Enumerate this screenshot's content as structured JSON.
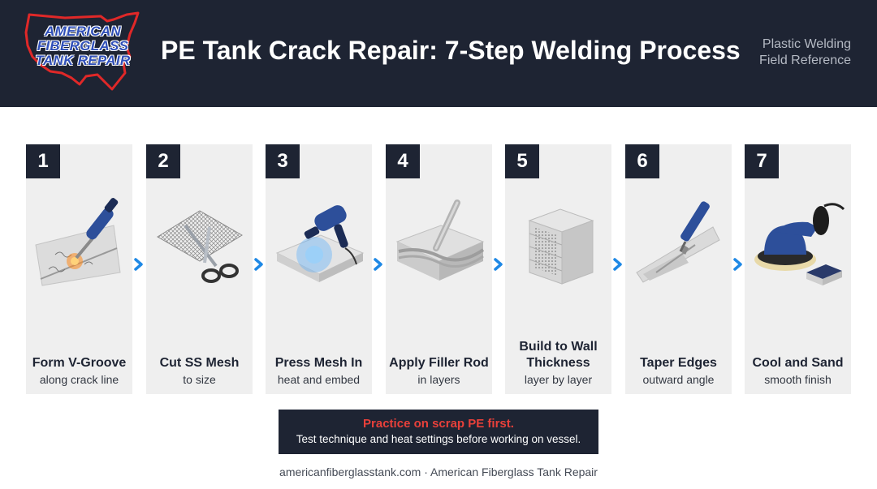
{
  "header": {
    "logo_lines": [
      "AMERICAN",
      "FIBERGLASS",
      "TANK REPAIR"
    ],
    "title": "PE Tank Crack Repair: 7-Step Welding Process",
    "subtitle_lines": [
      "Plastic Welding",
      "Field Reference"
    ]
  },
  "steps": [
    {
      "number": "1",
      "title": "Form V-Groove",
      "desc": "along crack line",
      "icon": "welding-torch-icon"
    },
    {
      "number": "2",
      "title": "Cut SS Mesh",
      "desc": "to size",
      "icon": "scissors-mesh-icon"
    },
    {
      "number": "3",
      "title": "Press Mesh In",
      "desc": "heat and embed",
      "icon": "heat-gun-icon"
    },
    {
      "number": "4",
      "title": "Apply Filler Rod",
      "desc": "in layers",
      "icon": "filler-rod-icon"
    },
    {
      "number": "5",
      "title": "Build to Wall Thickness",
      "desc": "layer by layer",
      "icon": "layered-block-icon"
    },
    {
      "number": "6",
      "title": "Taper Edges",
      "desc": "outward angle",
      "icon": "taper-tool-icon"
    },
    {
      "number": "7",
      "title": "Cool and Sand",
      "desc": "smooth finish",
      "icon": "orbital-sander-icon"
    }
  ],
  "notice": {
    "strong": "Practice on scrap PE first.",
    "sub": "Test technique and heat settings before working on vessel."
  },
  "footer": "americanfiberglasstank.com · American Fiberglass Tank Repair",
  "colors": {
    "navy": "#1e2433",
    "accent_red": "#e8403a",
    "chevron_blue": "#1e88e5",
    "tool_blue": "#2d4f9a"
  }
}
